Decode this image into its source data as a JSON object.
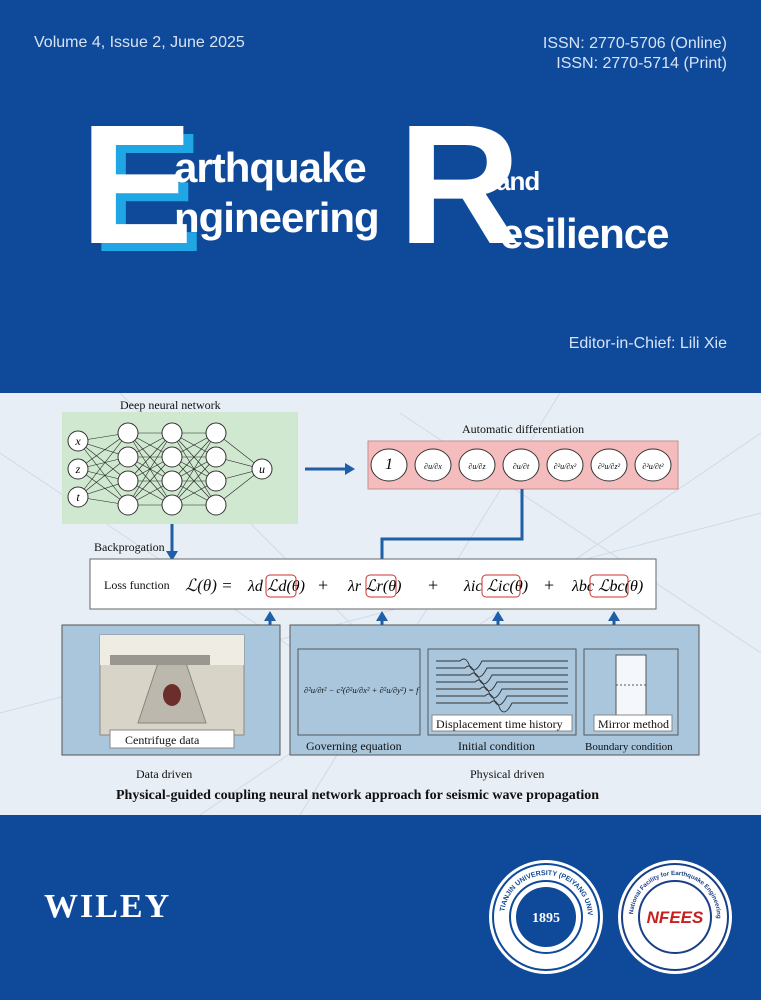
{
  "header": {
    "issue": "Volume 4, Issue 2, June 2025",
    "issn_online": "ISSN: 2770-5706 (Online)",
    "issn_print": "ISSN: 2770-5714 (Print)"
  },
  "title": {
    "letter_e": "E",
    "word_arth": "arthquake",
    "word_ngin": "ngineering",
    "letter_r": "R",
    "word_and": "and",
    "word_esil": "esilience"
  },
  "editor": "Editor-in-Chief: Lili Xie",
  "diagram": {
    "dnn_label": "Deep neural network",
    "inputs": [
      "x",
      "z",
      "t"
    ],
    "output": "u",
    "autodiff_label": "Automatic differentiation",
    "autodiff_terms": [
      "1",
      "∂u/∂x",
      "∂u/∂z",
      "∂u/∂t",
      "∂²u/∂x²",
      "∂²u/∂z²",
      "∂²u/∂t²"
    ],
    "backprop_label": "Backprogation",
    "loss_label": "Loss function",
    "loss_lhs": "ℒ(θ) =",
    "loss_terms": [
      {
        "lambda": "λ",
        "sub": "d",
        "L": "ℒ",
        "Lsub": "d",
        "arg": "(θ)"
      },
      {
        "lambda": "λ",
        "sub": "r",
        "L": "ℒ",
        "Lsub": "r",
        "arg": "(θ)"
      },
      {
        "lambda": "λ",
        "sub": "ic",
        "L": "ℒ",
        "Lsub": "ic",
        "arg": "(θ)"
      },
      {
        "lambda": "λ",
        "sub": "bc",
        "L": "ℒ",
        "Lsub": "bc",
        "arg": "(θ)"
      }
    ],
    "plus": "+",
    "centrifuge_label": "Centrifuge data",
    "data_driven_label": "Data driven",
    "governing_eq": "∂²u/∂t² − c²(∂²u/∂x² + ∂²u/∂y²) = f",
    "governing_label": "Governing equation",
    "displacement_label": "Displacement time history",
    "initial_label": "Initial  condition",
    "mirror_label": "Mirror method",
    "boundary_label": "Boundary condition",
    "physical_driven_label": "Physical driven",
    "caption": "Physical-guided coupling neural network approach for seismic wave propagation"
  },
  "publisher": "WILEY",
  "seal1_text": "TIANJIN UNIVERSITY (PEIYANG UNIVERSITY)",
  "seal1_year": "1895",
  "seal2_text": "National Facility for Earthquake Engineering Simulation",
  "seal2_logo": "NFEES",
  "colors": {
    "background": "#0f4a9a",
    "accent_cyan": "#20a6e4",
    "dnn_box": "#cfe8cf",
    "autodiff_box": "#f4bcbc",
    "panel_blue": "#a9c6dc"
  }
}
